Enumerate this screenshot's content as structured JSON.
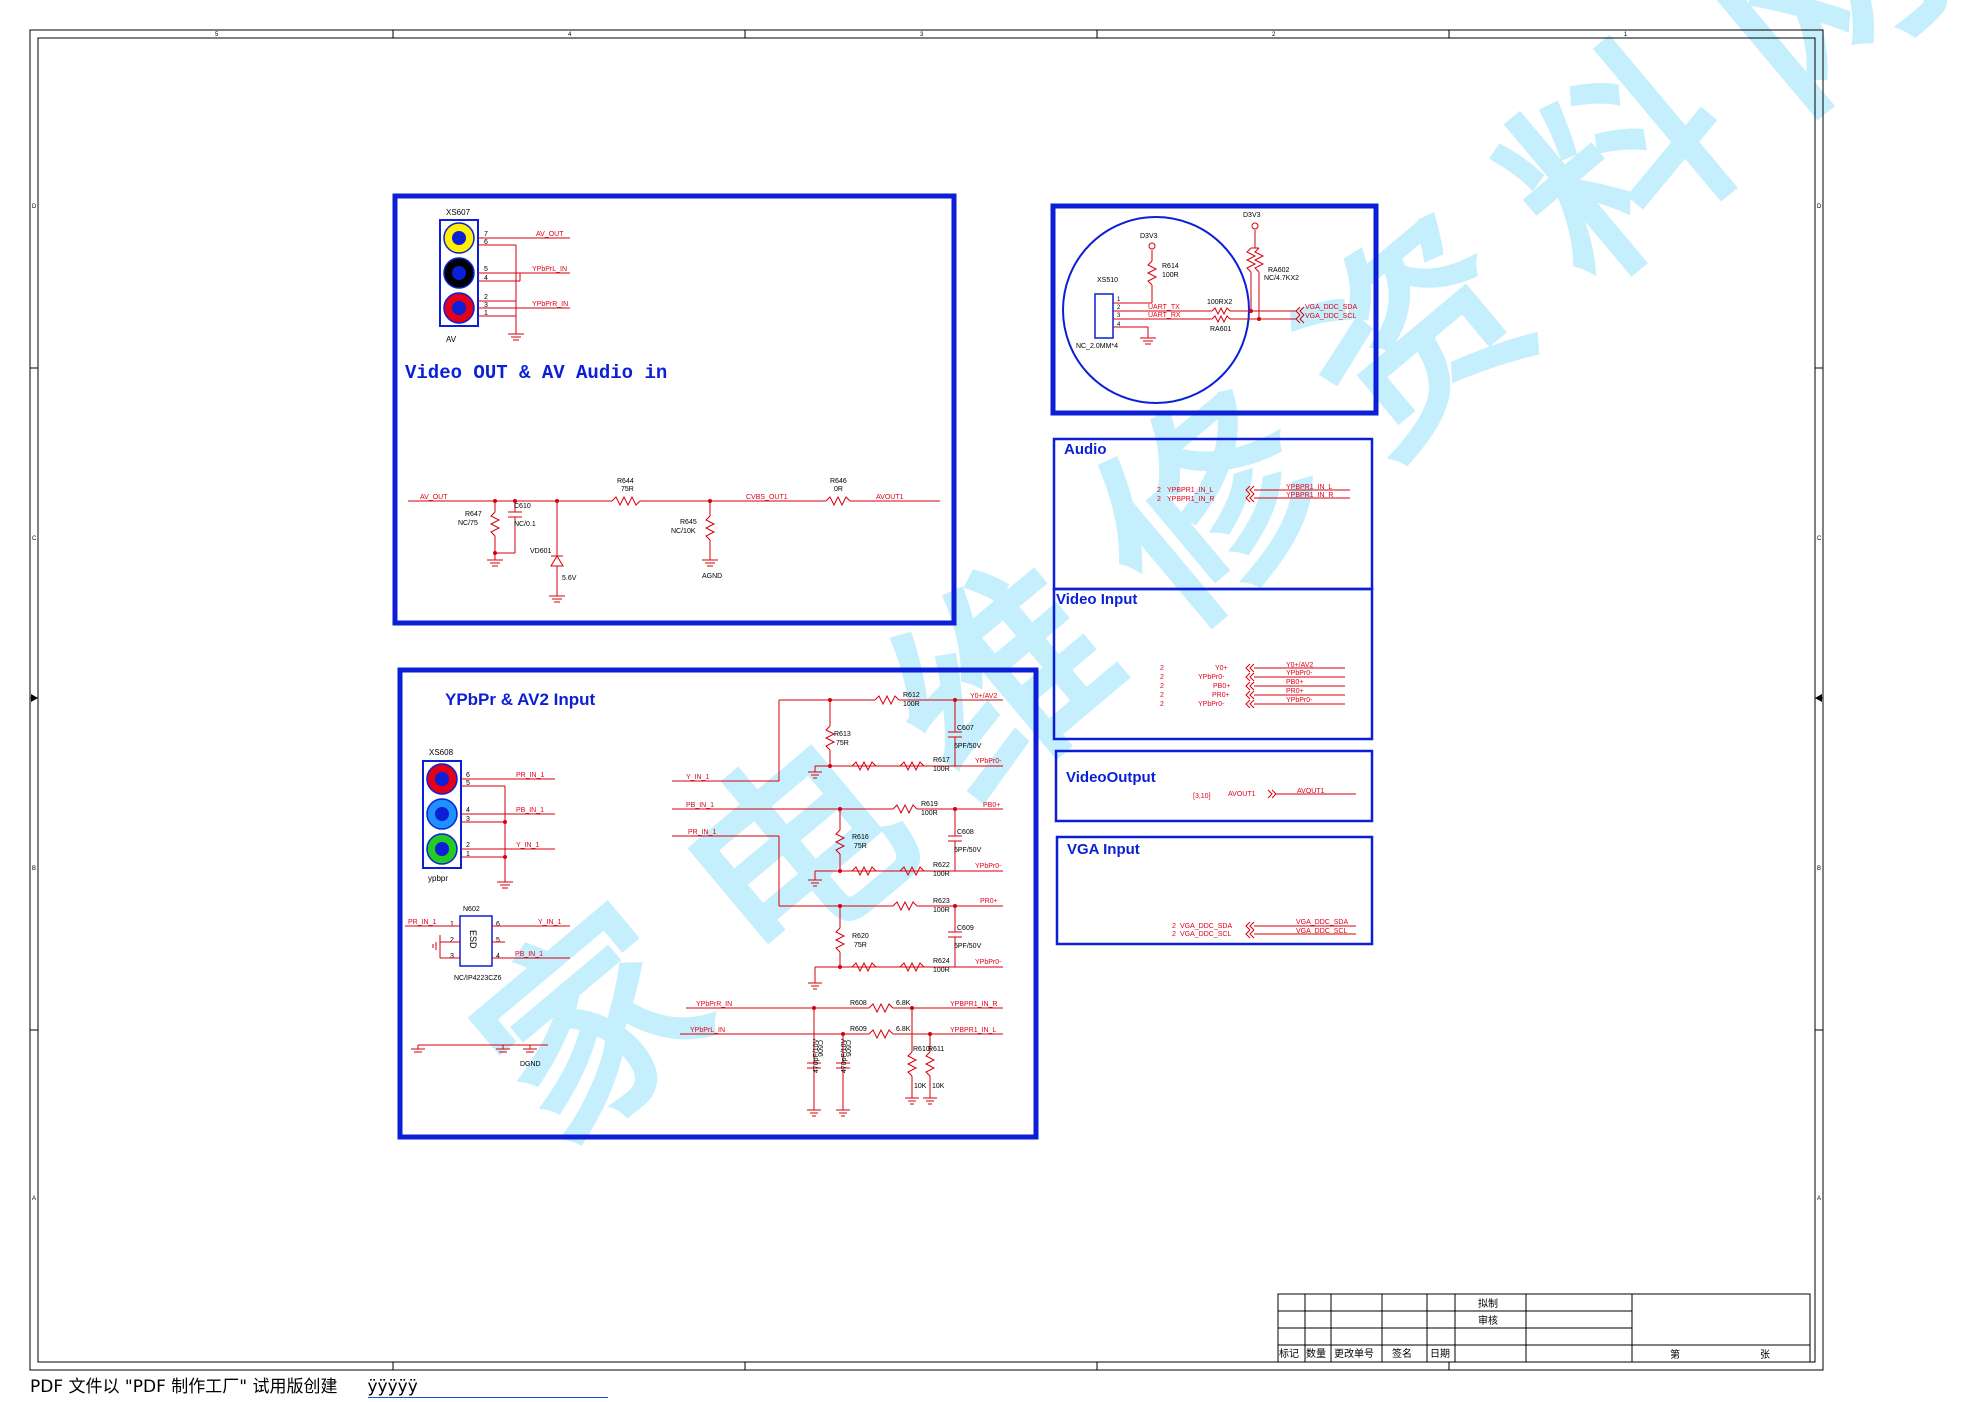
{
  "colors": {
    "block": "#0b1fd6",
    "wire": "#d6000b",
    "text_red": "#e0001a",
    "text_blue": "#0b1fd6",
    "watermark": "#bfeefc"
  },
  "frame": {
    "cols": [
      "5",
      "4",
      "3",
      "2",
      "1"
    ],
    "rows": [
      "D",
      "C",
      "B",
      "A"
    ]
  },
  "video_out": {
    "title": "Video OUT & AV Audio in",
    "connector": {
      "ref": "XS607",
      "label": "AV",
      "pins": [
        "7",
        "6",
        "5",
        "4",
        "2",
        "3",
        "1"
      ]
    },
    "nets": {
      "av_out_top": "AV_OUT",
      "ypbpr_l": "YPbPrL_IN",
      "ypbpr_r": "YPbPrR_IN",
      "av_out": "AV_OUT",
      "cvbs": "CVBS_OUT1",
      "avout1": "AVOUT1",
      "agnd": "AGND"
    },
    "parts": {
      "r647": {
        "ref": "R647",
        "val": "NC/75"
      },
      "c610": {
        "ref": "C610",
        "val": "NC/0.1"
      },
      "vd601": {
        "ref": "VD601",
        "val": "5.6V"
      },
      "r644": {
        "ref": "R644",
        "val": "75R"
      },
      "r645": {
        "ref": "R645",
        "val": "NC/10K"
      },
      "r646": {
        "ref": "R646",
        "val": "0R"
      }
    }
  },
  "uart": {
    "connector": {
      "ref": "XS510",
      "val": "NC_2.0MM*4",
      "pins": [
        "1",
        "2",
        "3",
        "4"
      ]
    },
    "d3v3_a": "D3V3",
    "d3v3_b": "D3V3",
    "r614": {
      "ref": "R614",
      "val": "100R"
    },
    "ra602": {
      "ref": "RA602",
      "val": "NC/4.7KX2"
    },
    "ra601": {
      "ref": "RA601",
      "val": "100RX2"
    },
    "uart_tx": "UART_TX",
    "uart_rx": "UART_RX",
    "sda": "VGA_DDC_SDA",
    "scl": "VGA_DDC_SCL"
  },
  "audio_box": {
    "title": "Audio",
    "rows": [
      {
        "num": "2",
        "left": "YPBPR1_IN_L",
        "right": "YPBPR1_IN_L"
      },
      {
        "num": "2",
        "left": "YPBPR1_IN_R",
        "right": "YPBPR1_IN_R"
      }
    ]
  },
  "video_input_box": {
    "title": "Video Input",
    "rows": [
      {
        "num": "2",
        "left": "Y0+",
        "right": "Y0+/AV2"
      },
      {
        "num": "2",
        "left": "YPbPr0-",
        "right": "YPbPr0-"
      },
      {
        "num": "2",
        "left": "PB0+",
        "right": "PB0+"
      },
      {
        "num": "2",
        "left": "PR0+",
        "right": "PR0+"
      },
      {
        "num": "2",
        "left": "YPbPr0-",
        "right": "YPbPr0-"
      }
    ]
  },
  "video_output_box": {
    "title": "VideoOutput",
    "ref": "[3,10]",
    "left": "AVOUT1",
    "right": "AVOUT1"
  },
  "vga_box": {
    "title": "VGA Input",
    "rows": [
      {
        "num": "2",
        "left": "VGA_DDC_SDA",
        "right": "VGA_DDC_SDA"
      },
      {
        "num": "2",
        "left": "VGA_DDC_SCL",
        "right": "VGA_DDC_SCL"
      }
    ]
  },
  "ypbpr": {
    "title": "YPbPr & AV2 Input",
    "connector": {
      "ref": "XS608",
      "label": "ypbpr",
      "pins": [
        "6",
        "5",
        "4",
        "3",
        "2",
        "1"
      ]
    },
    "esd": {
      "ref": "N602",
      "val": "NC/IP4223CZ6",
      "body": "ESD",
      "pins_l": [
        "1",
        "2",
        "3"
      ],
      "pins_r": [
        "6",
        "5",
        "4"
      ]
    },
    "nets": {
      "pr_in": "PR_IN_1",
      "pb_in": "PB_IN_1",
      "y_in": "Y_IN_1",
      "y_in_left": "Y_IN_1",
      "pb_in_left": "PB_IN_1",
      "pr_in_left": "PR_IN_1",
      "esd_pr": "PR_IN_1",
      "esd_y": "Y_IN_1",
      "esd_pb": "PB_IN_1",
      "y0": "Y0+/AV2",
      "ypbpr0_a": "YPbPr0-",
      "pb0": "PB0+",
      "ypbpr0_b": "YPbPr0-",
      "pr0": "PR0+",
      "ypbpr0_c": "YPbPr0-",
      "ypbprr": "YPbPrR_IN",
      "ypbprl": "YPbPrL_IN",
      "out_r": "YPBPR1_IN_R",
      "out_l": "YPBPR1_IN_L",
      "dgnd": "DGND"
    },
    "parts": {
      "r612": {
        "ref": "R612",
        "val": "100R"
      },
      "r613": {
        "ref": "R613",
        "val": "75R"
      },
      "c607": {
        "ref": "C607",
        "val": "5PF/50V"
      },
      "r617": {
        "ref": "R617",
        "val": "100R"
      },
      "r619": {
        "ref": "R619",
        "val": "100R"
      },
      "r616": {
        "ref": "R616",
        "val": "75R"
      },
      "c608": {
        "ref": "C608",
        "val": "5PF/50V"
      },
      "r622": {
        "ref": "R622",
        "val": "100R"
      },
      "r623": {
        "ref": "R623",
        "val": "100R"
      },
      "r620": {
        "ref": "R620",
        "val": "75R"
      },
      "c609": {
        "ref": "C609",
        "val": "5PF/50V"
      },
      "r624": {
        "ref": "R624",
        "val": "100R"
      },
      "r608": {
        "ref": "R608",
        "val": "6.8K"
      },
      "r609": {
        "ref": "R609",
        "val": "6.8K"
      },
      "c606": {
        "ref": "C606",
        "val": "470pF/10V"
      },
      "c605": {
        "ref": "C605",
        "val": "470pF/10V"
      },
      "r610": {
        "ref": "R610",
        "val": "10K"
      },
      "r611": {
        "ref": "R611",
        "val": "10K"
      }
    }
  },
  "title_block": {
    "drawn": "拟制",
    "checked": "审核",
    "headers": [
      "标记",
      "数量",
      "更改单号",
      "签名",
      "日期"
    ],
    "sheet_no": "第",
    "sheet_of": "张"
  },
  "footer": {
    "note": "PDF 文件以 \"PDF 制作工厂\" 试用版创建",
    "link": "ÿÿÿÿÿ"
  }
}
